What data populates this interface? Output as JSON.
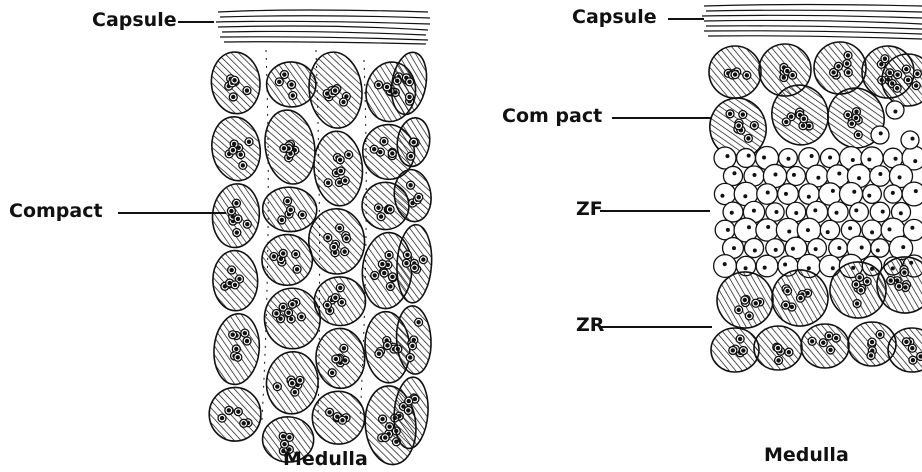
{
  "left_panel": {
    "capsule_label": "Capsule",
    "compact_label": "Compact",
    "medulla_label": "Medulla"
  },
  "right_panel": {
    "capsule_label": "Capsule",
    "compact_label": "Com pact",
    "zf_label": "ZF",
    "zr_label": "ZR",
    "medulla_label": "Medulla"
  },
  "colors": {
    "ink": "#111111",
    "background": "#ffffff"
  }
}
